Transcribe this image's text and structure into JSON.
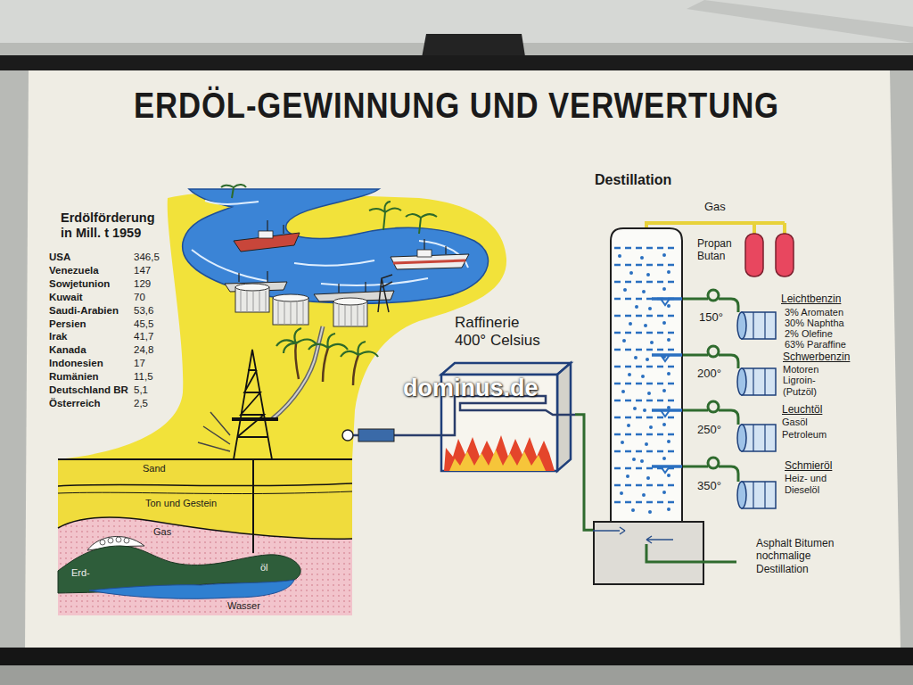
{
  "diagram": {
    "title": "ERDÖL-GEWINNUNG UND VERWERTUNG",
    "nodes": [
      {
        "text": [
          "Raffinerie 400° Celsius"
        ]
      },
      {
        "text": [
          "Destillation"
        ]
      }
    ],
    "edges": [
      {
        "from": 0,
        "to": 1,
        "arrow": "none"
      }
    ],
    "labels": [
      "Erdölförderung in Mill. t 1959",
      "USA",
      "346,5",
      "Venezuela",
      "147",
      "Sowjetunion",
      "129",
      "Kuwait",
      "70",
      "Saudi-Arabien",
      "53,6",
      "Persien",
      "45,5",
      "Irak",
      "41,7",
      "Kanada",
      "24,8",
      "Indonesien",
      "17",
      "Rumänien",
      "11,5",
      "Deutschland BR",
      "5,1",
      "Österreich",
      "2,5",
      "Sand",
      "Ton und Gestein",
      "Gas",
      "Erd-",
      "öl",
      "Wasser",
      "Gas",
      "Propan Butan",
      "150°",
      "Leichtbenzin",
      "3% Aromaten",
      "30% Naphtha",
      "2% Olefine",
      "63% Paraffine",
      "200°",
      "Schwerbenzin",
      "Motoren",
      "Ligroin- (Putzöl)",
      "250°",
      "Leuchtöl",
      "Gasöl",
      "Petroleum",
      "350°",
      "Schmieröl",
      "Heiz- und Dieselöl",
      "Asphalt Bitumen nochmalige Destillation",
      "dominus.de"
    ]
  }
}
